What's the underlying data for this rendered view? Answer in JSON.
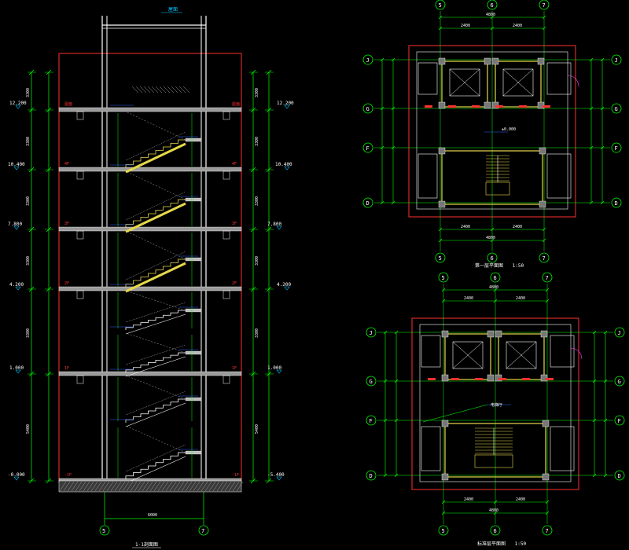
{
  "colors": {
    "background": "#000000",
    "wall": "#ffffff",
    "slab": "#808080",
    "red": "#ff3030",
    "green": "#00ff00",
    "yellow": "#e6d84a",
    "cyan": "#00c8ff",
    "magenta": "#ff40ff",
    "blue": "#3060ff"
  },
  "section": {
    "title": "1-1剖面图",
    "top_label": "屋面",
    "axis_left": "5",
    "axis_right": "7",
    "bottom_dim": "6000",
    "levels_left": [
      "12.200",
      "10.400",
      "7.800",
      "4.200",
      "1.000",
      "-0.000"
    ],
    "levels_right": [
      "12.200",
      "10.400",
      "7.800",
      "4.200",
      "1.000",
      "-5.400"
    ],
    "floor_tags": [
      "屋面",
      "4F",
      "3F",
      "2F",
      "1F",
      "-1F"
    ],
    "dims_outer": [
      "3300",
      "3300",
      "3300",
      "3300",
      "3300",
      "5400"
    ]
  },
  "plan1": {
    "title": "第一层平面图",
    "scale": "1:50",
    "axes_top": [
      "5",
      "6",
      "7"
    ],
    "axes_bottom": [
      "5",
      "6",
      "7"
    ],
    "axes_left": [
      "J",
      "G",
      "F",
      "D"
    ],
    "axes_right": [
      "J",
      "G",
      "F",
      "D"
    ],
    "dims_top": [
      "2400",
      "2400"
    ],
    "dim_total": "4800",
    "level_mark": "±0.000"
  },
  "plan2": {
    "title": "标准层平面图",
    "scale": "1:50",
    "axes_top": [
      "5",
      "6",
      "7"
    ],
    "axes_bottom": [
      "5",
      "6",
      "7"
    ],
    "axes_left": [
      "J",
      "G",
      "F",
      "D"
    ],
    "axes_right": [
      "J",
      "G",
      "F",
      "D"
    ],
    "dims_top": [
      "2400",
      "2400"
    ],
    "dim_total": "4800",
    "room_label": "电梯厅"
  }
}
